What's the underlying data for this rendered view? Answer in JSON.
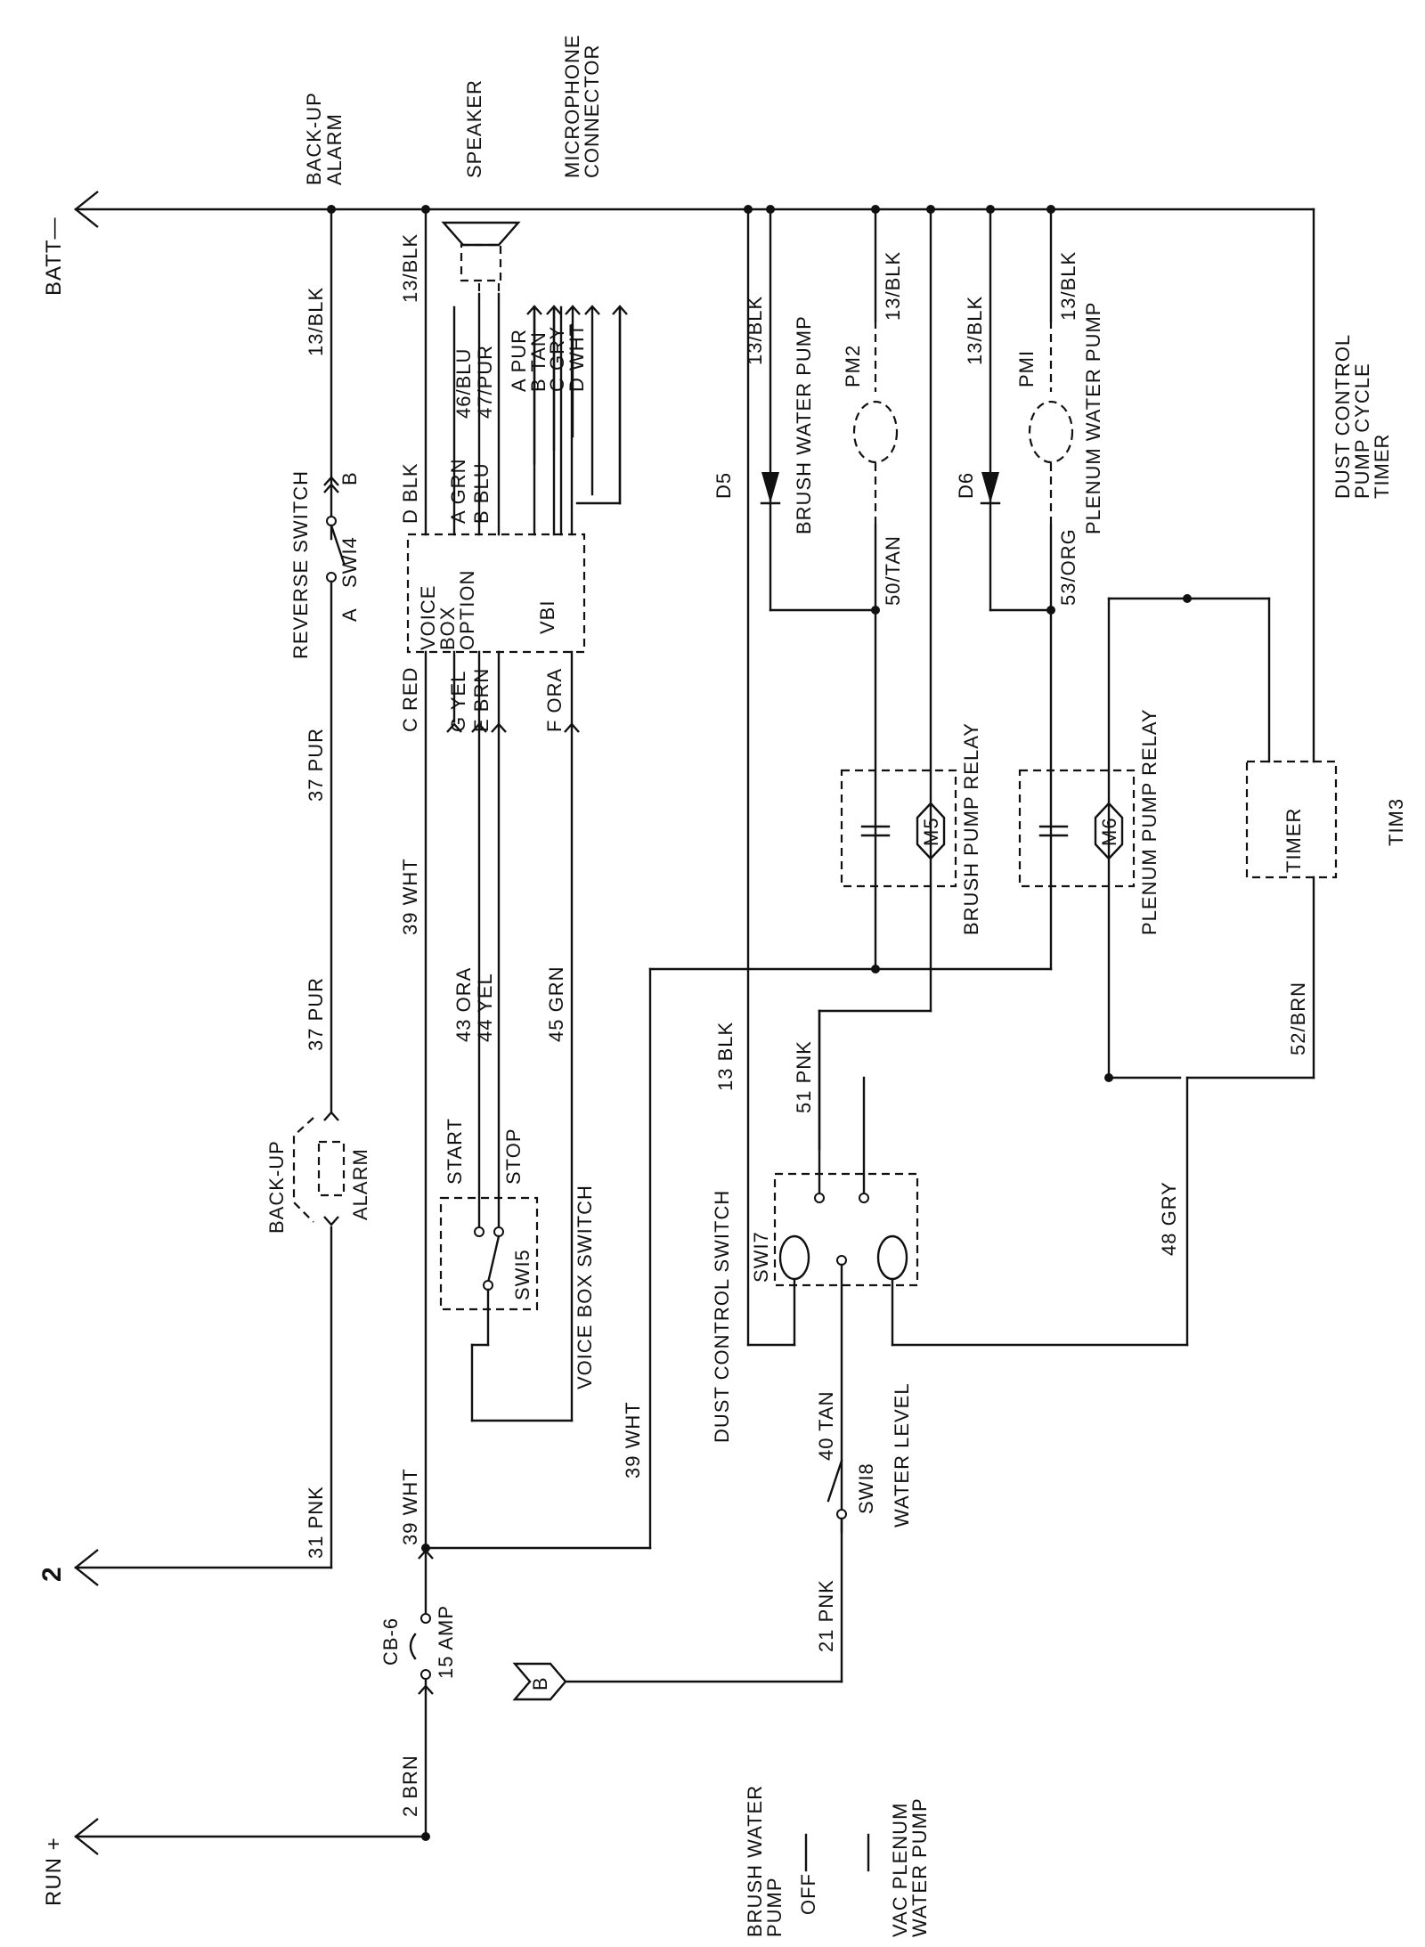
{
  "power": {
    "batt": "BATT—",
    "run": "RUN +",
    "sheet_ref": "2",
    "connector_b": "B"
  },
  "wires": {
    "w13_blk": "13/BLK",
    "w31_pnk": "31 PNK",
    "w37_pur": "37 PUR",
    "w39_wht": "39 WHT",
    "w2_brn": "2 BRN",
    "w43_ora": "43 ORA",
    "w44_yel": "44 YEL",
    "w45_grn": "45 GRN",
    "w46_blu": "46/BLU",
    "w47_pur": "47/PUR",
    "w50_tan": "50/TAN",
    "w53_org": "53/ORG",
    "w51_pnk": "51 PNK",
    "w52_brn": "52/BRN",
    "w48_gry": "48 GRY",
    "w40_tan": "40 TAN",
    "w21_pnk": "21 PNK",
    "w13_blk_sp": "13 BLK"
  },
  "voicebox": {
    "title": [
      "VOICE",
      "BOX",
      "OPTION"
    ],
    "ref": "VBI",
    "pins_top": [
      "D BLK",
      "A GRN",
      "B BLU"
    ],
    "pins_bottom": [
      "C RED",
      "G YEL",
      "E BRN",
      "F ORA"
    ]
  },
  "mic": {
    "title": [
      "MICROPHONE",
      "CONNECTOR"
    ],
    "pins": [
      "A PUR",
      "B TAN",
      "C GRY",
      "D WHT"
    ]
  },
  "components": {
    "backup_alarm_top": [
      "BACK-UP",
      "ALARM"
    ],
    "speaker": "SPEAKER",
    "reverse_switch": "REVERSE SWITCH",
    "swi4": "SWI4",
    "pin_a": "A",
    "pin_b": "B",
    "backup_alarm": [
      "BACK-UP",
      "ALARM"
    ],
    "cb6": "CB-6",
    "amp15": "15 AMP",
    "sw15": "SWI5",
    "voice_box_switch": "VOICE BOX SWITCH",
    "start": "START",
    "stop": "STOP",
    "d5": "D5",
    "d6": "D6",
    "brush_water_pump": "BRUSH WATER PUMP",
    "pm2": "PM2",
    "pm1": "PMI",
    "plenum_water_pump": "PLENUM WATER PUMP",
    "brush_pump_relay": "BRUSH PUMP RELAY",
    "plenum_pump_relay": "PLENUM PUMP RELAY",
    "m5": "M5",
    "m6": "M6",
    "timer": "TIMER",
    "tim3": "TIM3",
    "dust_control_timer": [
      "DUST CONTROL",
      "PUMP CYCLE",
      "TIMER"
    ],
    "dust_control_switch": "DUST CONTROL SWITCH",
    "sw17": "SWI7",
    "sw18": "SWI8",
    "water_level": "WATER LEVEL"
  },
  "legend": {
    "brush_water_pump": [
      "BRUSH WATER",
      "PUMP"
    ],
    "off": "OFF",
    "vac_plenum": [
      "VAC PLENUM",
      "WATER PUMP"
    ]
  }
}
